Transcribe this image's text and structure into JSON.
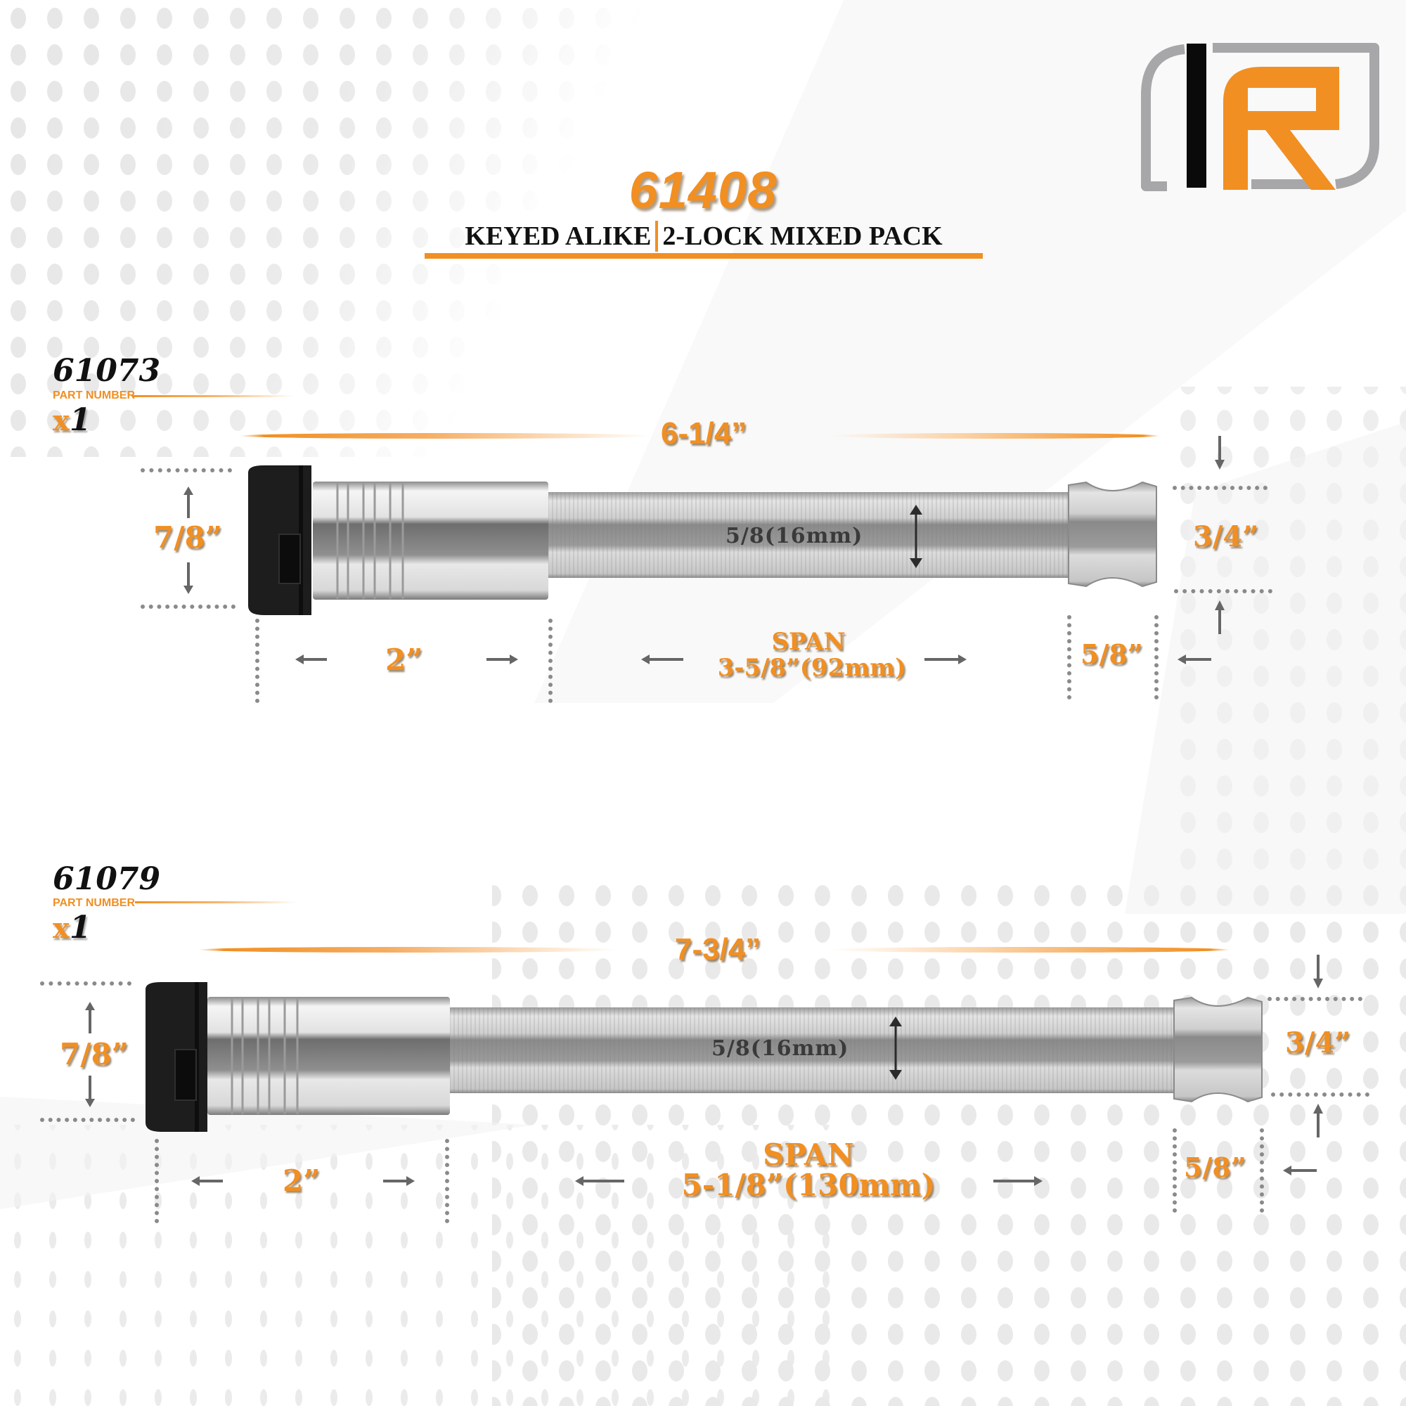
{
  "brand": {
    "logo_name": "IR logo",
    "colors": {
      "orange": "#f18f22",
      "gray": "#a7a7a9",
      "black": "#0a0a0a"
    }
  },
  "header": {
    "product_number": "61408",
    "subtitle_left": "KEYED ALIKE",
    "subtitle_right": "2-LOCK MIXED PACK"
  },
  "products": [
    {
      "part_number": "61073",
      "part_label": "PART NUMBER",
      "qty_prefix": "x",
      "qty": "1",
      "overall_length": "6-1/4”",
      "head_diameter": "7/8”",
      "head_length": "2”",
      "pin_diameter": "5/8(16mm)",
      "span_label": "SPAN",
      "span_value": "3-5/8”(92mm)",
      "end_width": "5/8”",
      "end_diameter": "3/4”"
    },
    {
      "part_number": "61079",
      "part_label": "PART NUMBER",
      "qty_prefix": "x",
      "qty": "1",
      "overall_length": "7-3/4”",
      "head_diameter": "7/8”",
      "head_length": "2”",
      "pin_diameter": "5/8(16mm)",
      "span_label": "SPAN",
      "span_value": "5-1/8”(130mm)",
      "end_width": "5/8”",
      "end_diameter": "3/4”"
    }
  ]
}
